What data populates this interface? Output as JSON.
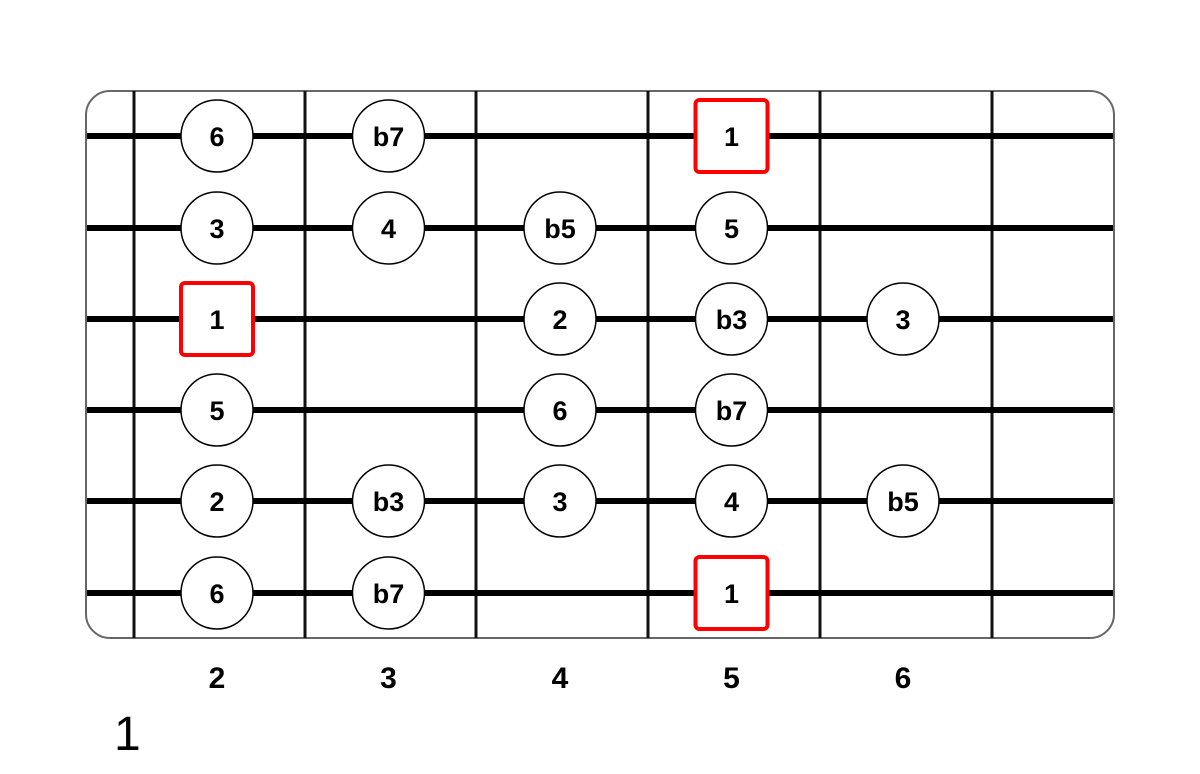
{
  "diagram": {
    "type": "guitar-fretboard-scale",
    "position_label": "1",
    "fret_numbers": [
      "2",
      "3",
      "4",
      "5",
      "6"
    ],
    "root_color": "#ff0000",
    "strings": [
      [
        {
          "fret": 2,
          "label": "6"
        },
        {
          "fret": 3,
          "label": "b7"
        },
        {
          "fret": 5,
          "label": "1",
          "root": true
        }
      ],
      [
        {
          "fret": 2,
          "label": "3"
        },
        {
          "fret": 3,
          "label": "4"
        },
        {
          "fret": 4,
          "label": "b5"
        },
        {
          "fret": 5,
          "label": "5"
        }
      ],
      [
        {
          "fret": 2,
          "label": "1",
          "root": true
        },
        {
          "fret": 4,
          "label": "2"
        },
        {
          "fret": 5,
          "label": "b3"
        },
        {
          "fret": 6,
          "label": "3"
        }
      ],
      [
        {
          "fret": 2,
          "label": "5"
        },
        {
          "fret": 4,
          "label": "6"
        },
        {
          "fret": 5,
          "label": "b7"
        }
      ],
      [
        {
          "fret": 2,
          "label": "2"
        },
        {
          "fret": 3,
          "label": "b3"
        },
        {
          "fret": 4,
          "label": "3"
        },
        {
          "fret": 5,
          "label": "4"
        },
        {
          "fret": 6,
          "label": "b5"
        }
      ],
      [
        {
          "fret": 2,
          "label": "6"
        },
        {
          "fret": 3,
          "label": "b7"
        },
        {
          "fret": 5,
          "label": "1",
          "root": true
        }
      ]
    ]
  }
}
